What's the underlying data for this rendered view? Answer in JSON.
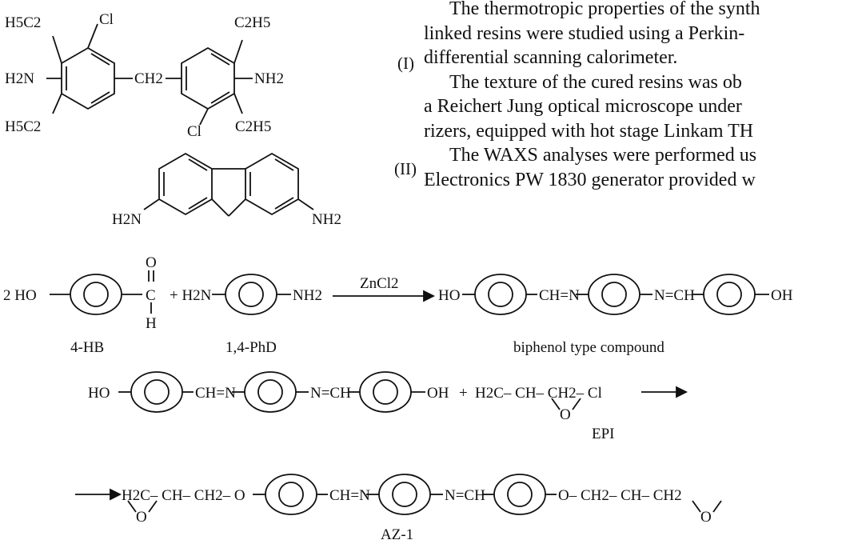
{
  "paragraph_lines": [
    "The thermotropic properties of the synth",
    "linked resins were studied using a Perkin-",
    "differential scanning calorimeter.",
    "The texture of the cured resins was ob",
    "a Reichert Jung optical microscope under",
    "rizers, equipped with hot stage Linkam TH",
    "The WAXS analyses were performed us",
    "Electronics PW 1830 generator provided w"
  ],
  "compound_labels": {
    "one": "(I)",
    "two": "(II)"
  },
  "structure_I": {
    "left_top": "H5C2",
    "left_mid": "H2N",
    "left_bot": "H5C2",
    "left_cl": "Cl",
    "bridge": "CH2",
    "right_top": "C2H5",
    "right_mid": "NH2",
    "right_bot": "C2H5",
    "right_cl": "Cl"
  },
  "structure_II": {
    "left_amine": "H2N",
    "right_amine": "NH2"
  },
  "scheme": {
    "coef": "2 HO",
    "aldehyde_o": "O",
    "aldehyde_c": "C",
    "aldehyde_h": "H",
    "plus1": "+ H2N",
    "nh2": "NH2",
    "catalyst": "ZnCl2",
    "ho": "HO",
    "ch_eq_n": "CH=N",
    "n_eq_ch": "N=CH",
    "oh": "OH",
    "label_4hb": "4-HB",
    "label_phd": "1,4-PhD",
    "label_biphenol": "biphenol type compound",
    "plus2": "+",
    "epi_frag": "H2C– CH– CH2– Cl",
    "epi_o": "O",
    "label_epi": "EPI",
    "az_left": "H2C– CH– CH2– O",
    "az_right": "O– CH2– CH– CH2",
    "az_o1": "O",
    "az_o2": "O",
    "label_az1": "AZ-1"
  }
}
